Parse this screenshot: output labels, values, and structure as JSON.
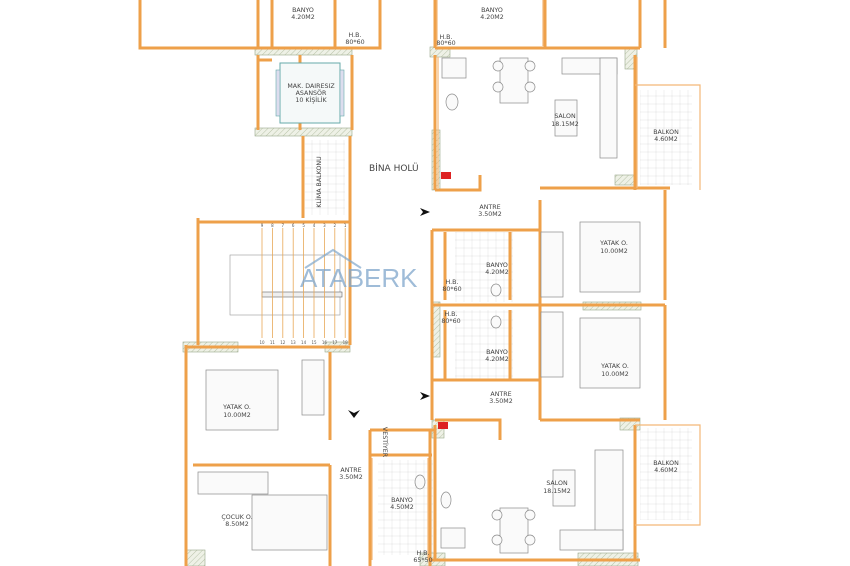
{
  "watermark": "ATABERK",
  "building_hall": "BİNA HOLÜ",
  "elevator": {
    "line1": "MAK. DAIRESIZ",
    "line2": "ASANSÖR",
    "line3": "10 KİŞİLİK"
  },
  "climate_balcony": "KLİMA BALKONU",
  "rooms": {
    "top_left_bath": {
      "name": "BANYO",
      "area": "4.20M2"
    },
    "top_left_hb": {
      "name": "H.B.",
      "size": "80*60"
    },
    "top_right_bath": {
      "name": "BANYO",
      "area": "4.20M2"
    },
    "top_right_hb": {
      "name": "H.B.",
      "size": "80*60"
    },
    "salon_upper": {
      "name": "SALON",
      "area": "18.15M2"
    },
    "balkon_upper": {
      "name": "BALKON",
      "area": "4.60M2"
    },
    "antre_upper": {
      "name": "ANTRE",
      "area": "3.50M2"
    },
    "bath_mid_upper": {
      "name": "BANYO",
      "area": "4.20M2"
    },
    "hb_mid_upper": {
      "name": "H.B.",
      "size": "80*60"
    },
    "yatak_mid_upper": {
      "name": "YATAK O.",
      "area": "10.00M2"
    },
    "hb_mid_lower": {
      "name": "H.B.",
      "size": "80*60"
    },
    "bath_mid_lower": {
      "name": "BANYO",
      "area": "4.20M2"
    },
    "yatak_mid_lower": {
      "name": "YATAK O.",
      "area": "10.00M2"
    },
    "antre_mid_lower": {
      "name": "ANTRE",
      "area": "3.50M2"
    },
    "yatak_left": {
      "name": "YATAK O.",
      "area": "10.00M2"
    },
    "antre_left": {
      "name": "ANTRE",
      "area": "3.50M2"
    },
    "banyo_left": {
      "name": "BANYO",
      "area": "4.50M2"
    },
    "cocuk": {
      "name": "ÇOCUK O.",
      "area": "8.50M2"
    },
    "salon_lower": {
      "name": "SALON",
      "area": "18.15M2"
    },
    "balkon_lower": {
      "name": "BALKON",
      "area": "4.60M2"
    },
    "vestiyer": "VESTİYER",
    "hb_lower": {
      "name": "H.B.",
      "size": "65*50"
    }
  },
  "stairs": {
    "top_numbers": [
      "9",
      "8",
      "7",
      "6",
      "5",
      "4",
      "3",
      "2",
      "1"
    ],
    "bottom_numbers": [
      "10",
      "11",
      "12",
      "13",
      "14",
      "15",
      "16",
      "17",
      "18"
    ]
  },
  "colors": {
    "wall": "#eea04a",
    "watermark": "#7fa6cc"
  }
}
